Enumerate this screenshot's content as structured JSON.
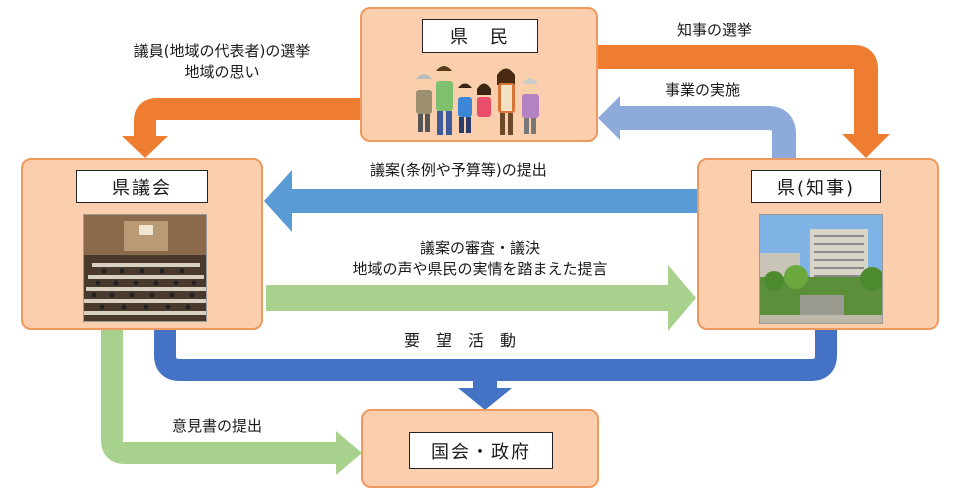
{
  "nodes": {
    "kenmin": "県　民",
    "kengikai": "県議会",
    "chiji": "県(知事)",
    "kokkai": "国会・政府"
  },
  "edges": {
    "election_members_line1": "議員(地域の代表者)の選挙",
    "election_members_line2": "地域の思い",
    "election_governor": "知事の選挙",
    "project_implementation": "事業の実施",
    "bill_submission": "議案(条例や予算等)の提出",
    "deliberation_line1": "議案の審査・議決",
    "deliberation_line2": "地域の声や県民の実情を踏まえた提言",
    "petition": "要　望　活　動",
    "opinion_submission": "意見書の提出"
  },
  "colors": {
    "box_fill": "#fbcfae",
    "box_border": "#ee9a5e",
    "orange_arrow": "#ee7d31",
    "light_blue_arrow": "#8eaadb",
    "blue_arrow": "#5b9bd5",
    "green_arrow": "#a9d18e",
    "navy_arrow": "#4472c4"
  },
  "images": {
    "citizens": "family-illustration",
    "assembly": "assembly-hall-photo",
    "prefecture": "prefectural-office-photo"
  }
}
